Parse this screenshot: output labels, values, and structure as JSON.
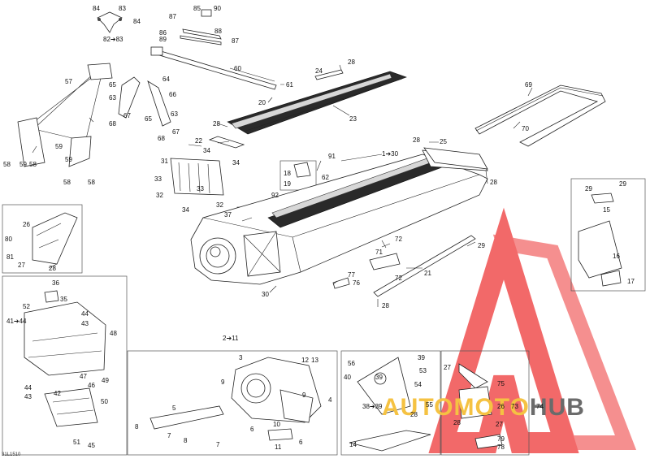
{
  "diagram": {
    "code": "31L1510",
    "watermark": {
      "brand_a": "AUTOMOTO",
      "brand_b": "HUB",
      "color_red": "#f05050",
      "color_yellow": "#f5c242",
      "color_gray": "#6b6b6b"
    },
    "labels": {
      "84a": "84",
      "83a": "83",
      "84b": "84",
      "82_83": "82➔83",
      "85": "85",
      "90": "90",
      "87a": "87",
      "86": "86",
      "88": "88",
      "89": "89",
      "87b": "87",
      "57": "57",
      "65a": "65",
      "64": "64",
      "63a": "63",
      "66": "66",
      "67a": "67",
      "63b": "63",
      "68a": "68",
      "65b": "65",
      "67b": "67",
      "68b": "68",
      "60": "60",
      "61": "61",
      "20": "20",
      "24": "24",
      "28a": "28",
      "23": "23",
      "28b": "28",
      "69": "69",
      "70": "70",
      "22": "22",
      "34a": "34",
      "31": "31",
      "34b": "34",
      "33a": "33",
      "33b": "33",
      "32a": "32",
      "32b": "32",
      "34c": "34",
      "1_30": "1➔30",
      "91": "91",
      "18": "18",
      "19": "19",
      "62": "62",
      "92": "92",
      "37": "37",
      "28c": "28",
      "25": "25",
      "28d": "28",
      "29a": "29",
      "29b": "29",
      "15": "15",
      "16": "16",
      "17": "17",
      "59a": "59",
      "59b": "59",
      "59c": "59",
      "58a": "58",
      "58b": "58",
      "58c": "58",
      "58d": "58",
      "26": "26",
      "80": "80",
      "81": "81",
      "27a": "27",
      "28e": "28",
      "71": "71",
      "72a": "72",
      "72b": "72",
      "77": "77",
      "76": "76",
      "29c": "29",
      "21": "21",
      "28f": "28",
      "30": "30",
      "36": "36",
      "52": "52",
      "35": "35",
      "41_44": "41➔44",
      "44a": "44",
      "43a": "43",
      "48": "48",
      "47": "47",
      "49": "49",
      "46": "46",
      "44b": "44",
      "43b": "43",
      "42": "42",
      "50": "50",
      "51": "51",
      "45": "45",
      "2_11": "2➔11",
      "3": "3",
      "12": "12",
      "13": "13",
      "9a": "9",
      "9b": "9",
      "4": "4",
      "5": "5",
      "8a": "8",
      "7a": "7",
      "6a": "6",
      "10": "10",
      "8b": "8",
      "7b": "7",
      "11": "11",
      "6b": "6",
      "56": "56",
      "39a": "39",
      "40": "40",
      "39b": "39",
      "53": "53",
      "54": "54",
      "38_39": "38➔39",
      "55": "55",
      "28g": "28",
      "14": "14",
      "27b": "27",
      "75": "75",
      "26b": "26",
      "73": "73",
      "74": "74",
      "28h": "28",
      "27c": "27",
      "79": "79",
      "78": "78"
    }
  }
}
